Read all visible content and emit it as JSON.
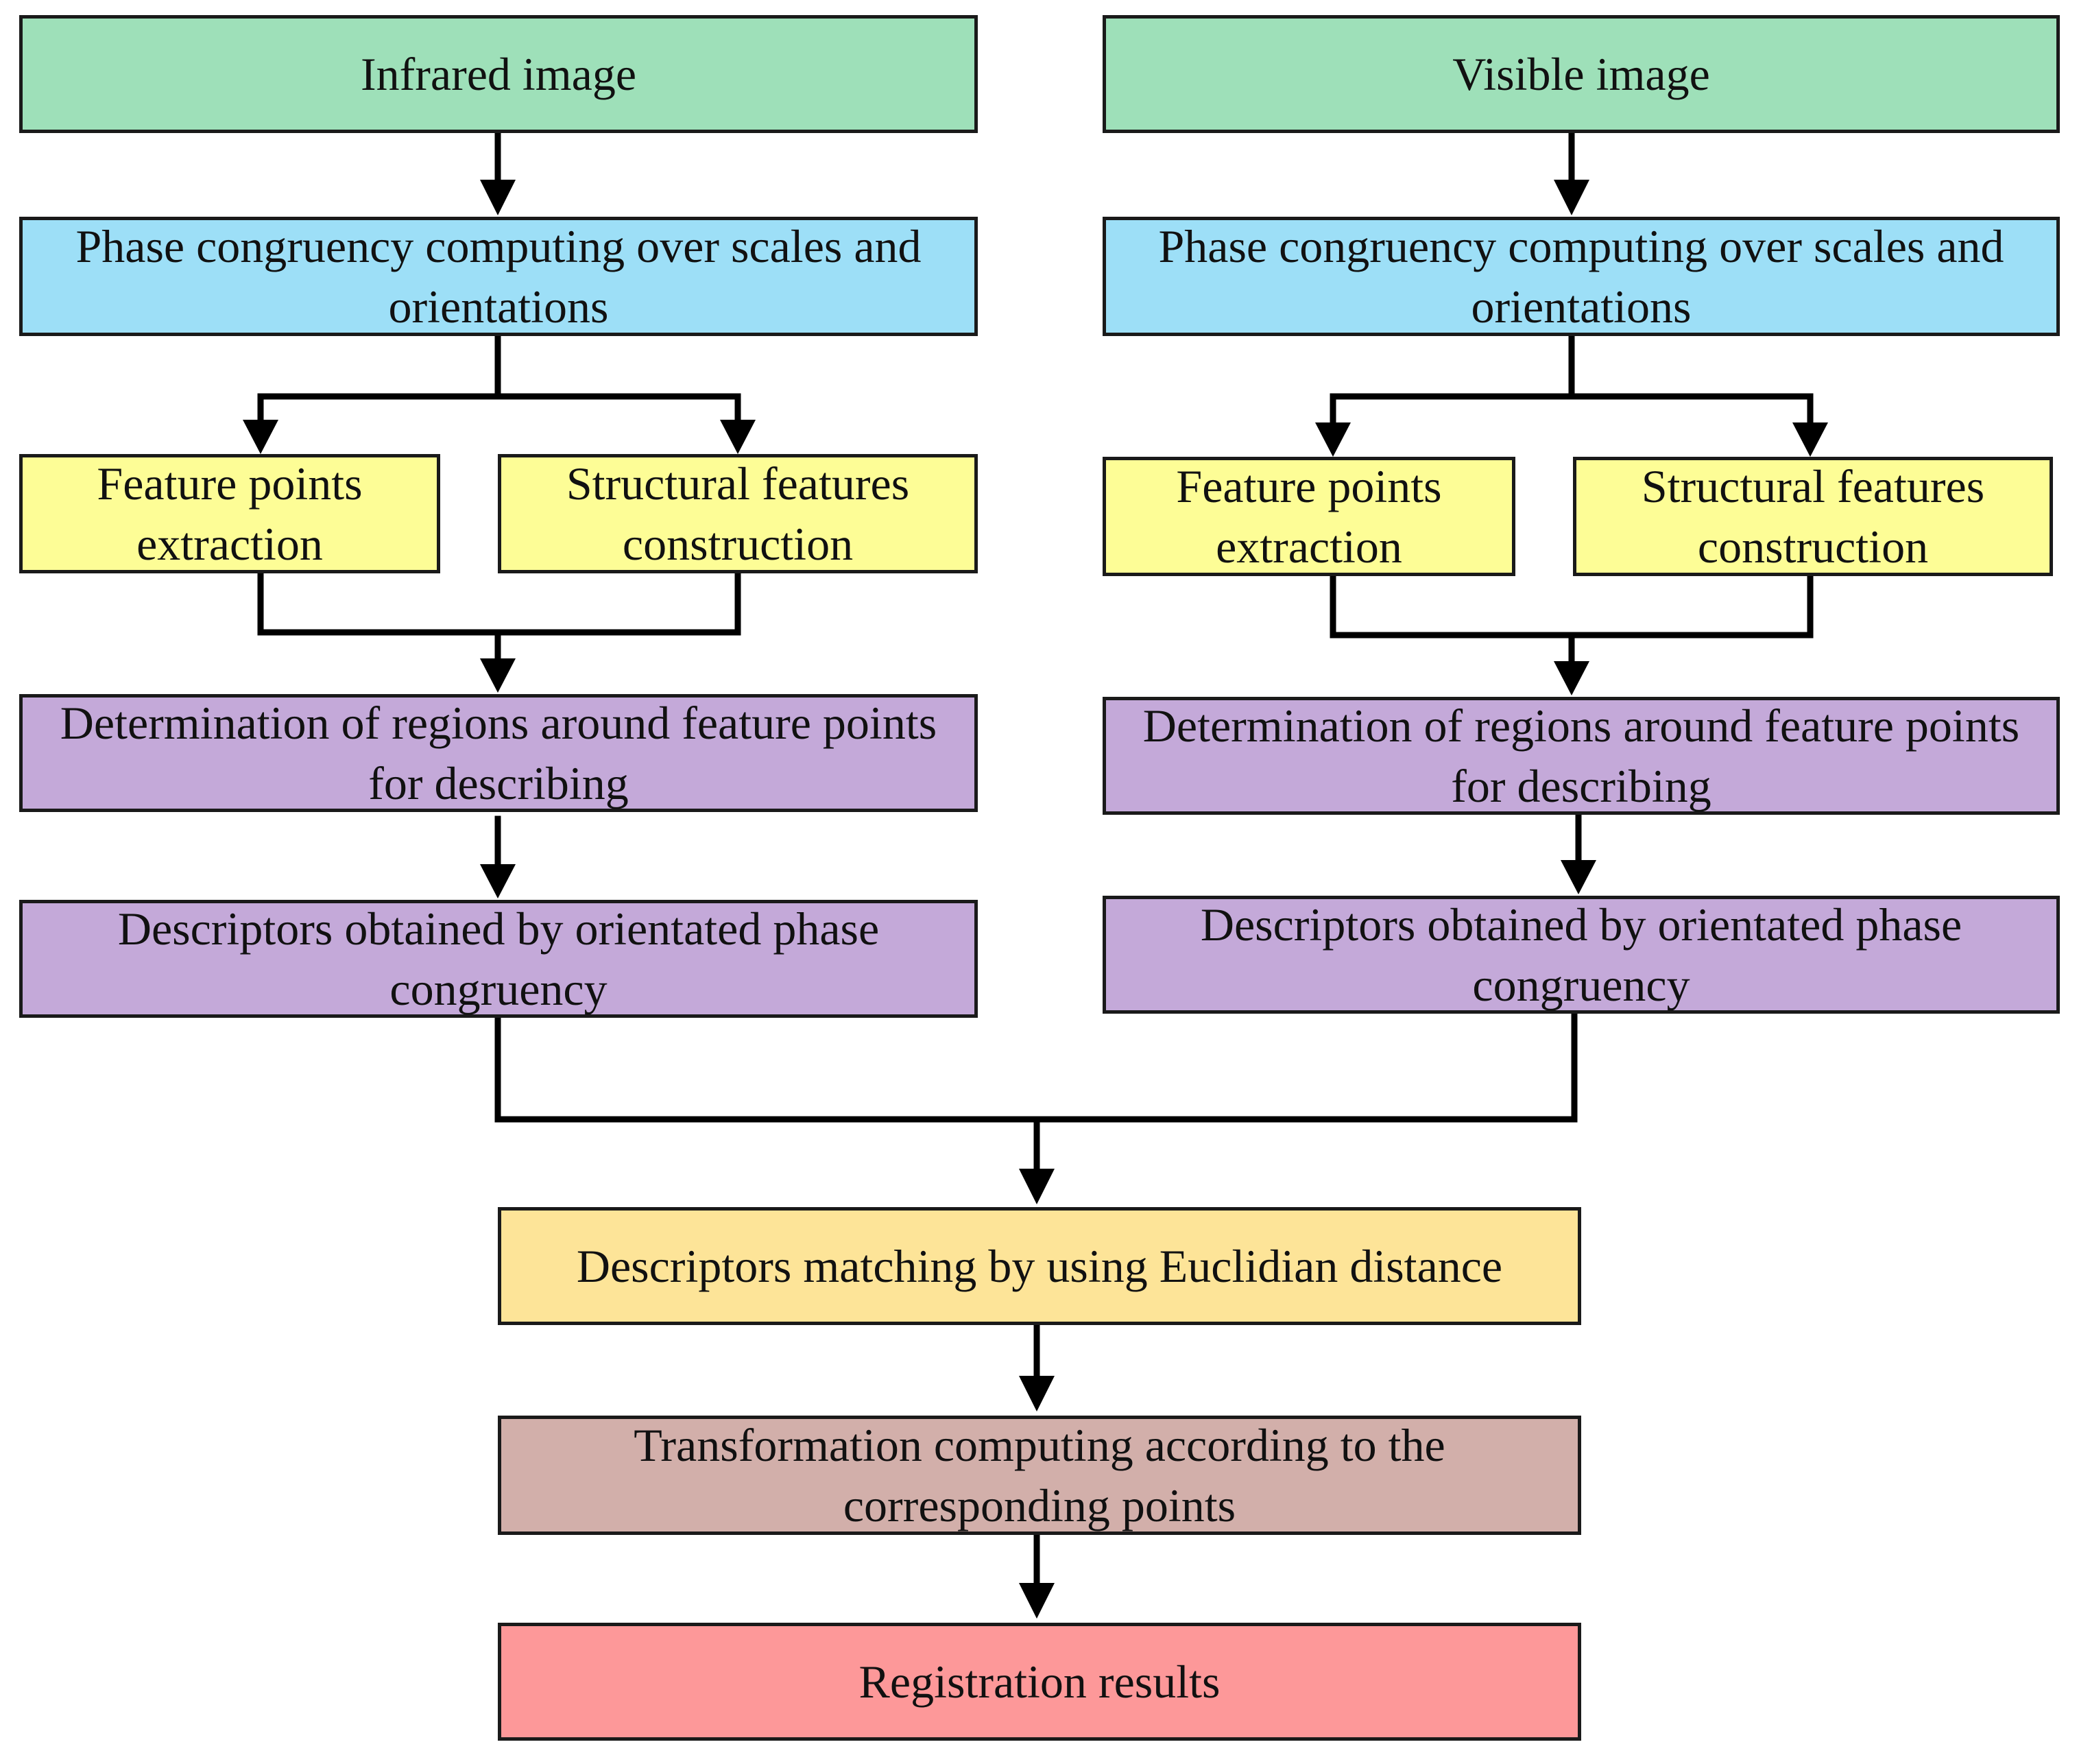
{
  "colors": {
    "input": "#9ee0b9",
    "phase": "#9ddff7",
    "feature": "#fdfd96",
    "region": "#c4a9d9",
    "matching": "#fde498",
    "transform": "#d2afaa",
    "result": "#fd9899",
    "line": "#000000"
  },
  "left_branch": {
    "input": "Infrared image",
    "phase": "Phase congruency computing over scales and orientations",
    "feature_points": "Feature points extraction",
    "structural": "Structural features construction",
    "regions": "Determination of regions around feature points for describing",
    "descriptors": "Descriptors obtained by orientated phase congruency"
  },
  "right_branch": {
    "input": "Visible image",
    "phase": "Phase congruency computing over scales and orientations",
    "feature_points": "Feature points extraction",
    "structural": "Structural features construction",
    "regions": "Determination of regions around feature points for describing",
    "descriptors": "Descriptors obtained by orientated phase congruency"
  },
  "merged": {
    "matching": "Descriptors matching by using Euclidian distance",
    "transform": "Transformation computing according to the corresponding points",
    "result": "Registration results"
  }
}
